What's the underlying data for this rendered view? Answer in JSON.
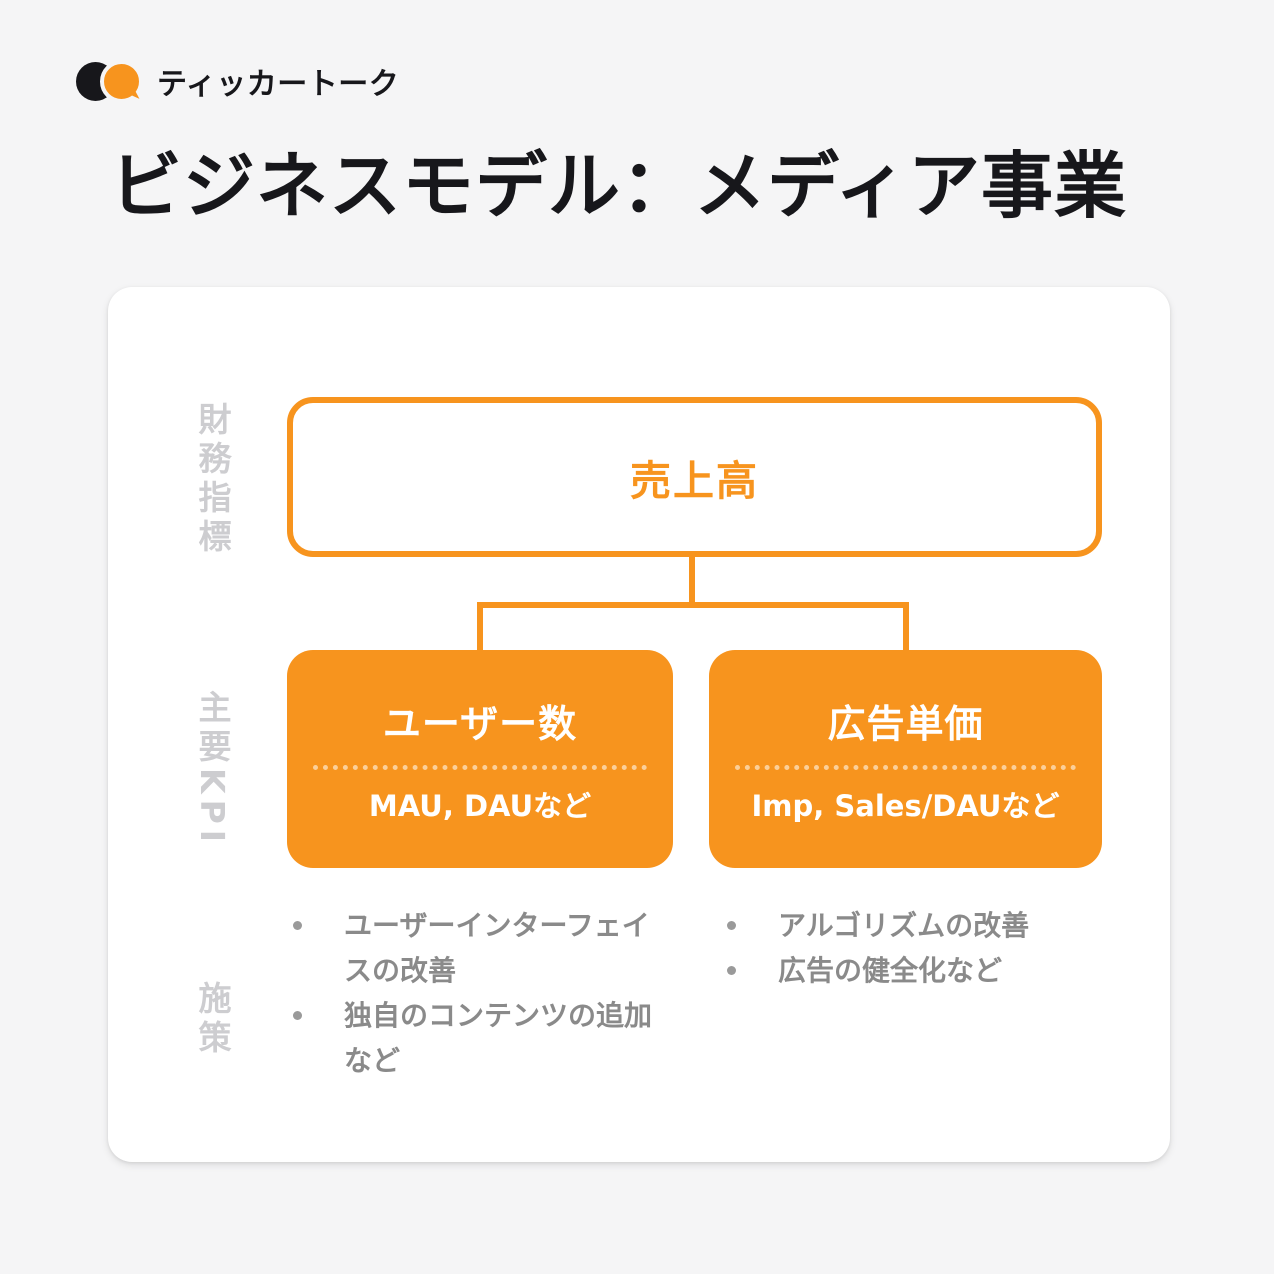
{
  "colors": {
    "accent": "#F7941E",
    "page_bg": "#F5F5F6",
    "card_bg": "#FFFFFF",
    "row_label_gray": "#CDCDD0",
    "bullet_gray": "#8A8A8A",
    "title_black": "#17171B"
  },
  "logo": {
    "text": "ティッカートーク"
  },
  "title": "ビジネスモデル：メディア事業",
  "diagram": {
    "row_labels": [
      {
        "label": "財務指標"
      },
      {
        "label": "主要KPI"
      },
      {
        "label": "施策"
      }
    ],
    "root": {
      "label": "売上高"
    },
    "children": [
      {
        "title": "ユーザー数",
        "subtitle": "MAU, DAUなど",
        "bullets": [
          "ユーザーインターフェイスの改善",
          "独自のコンテンツの追加など"
        ]
      },
      {
        "title": "広告単価",
        "subtitle": "Imp, Sales/DAUなど",
        "bullets": [
          "アルゴリズムの改善",
          "広告の健全化など"
        ]
      }
    ]
  }
}
